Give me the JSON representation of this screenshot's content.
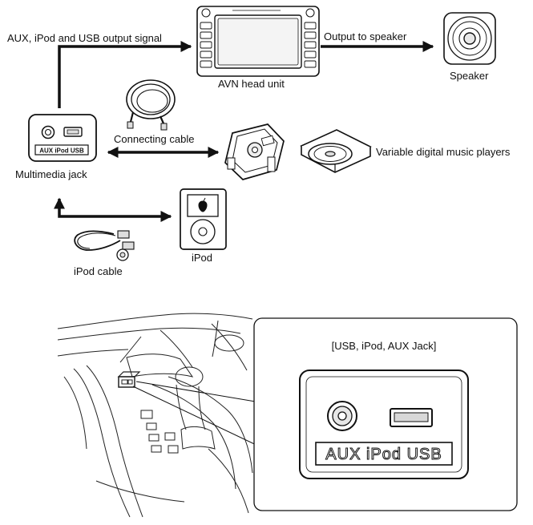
{
  "labels": {
    "signal": "AUX, iPod and USB output signal",
    "output": "Output to speaker",
    "head_unit": "AVN head unit",
    "speaker": "Speaker",
    "cable": "Connecting cable",
    "players": "Variable digital music players",
    "jack": "Multimedia jack",
    "ipod": "iPod",
    "ipod_cable": "iPod cable",
    "jack_detail_title": "[USB, iPod, AUX Jack]"
  },
  "jack_faceplate": {
    "small": "AUX iPod USB",
    "large": "AUX iPod USB"
  },
  "colors": {
    "line": "#111111",
    "fill": "#ffffff",
    "shade": "#d8d8d8"
  }
}
